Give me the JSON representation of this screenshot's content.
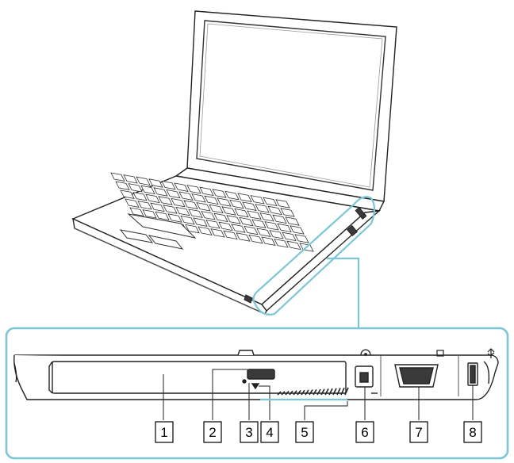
{
  "callouts": [
    {
      "number": "1"
    },
    {
      "number": "2"
    },
    {
      "number": "3"
    },
    {
      "number": "4"
    },
    {
      "number": "5"
    },
    {
      "number": "6"
    },
    {
      "number": "7"
    },
    {
      "number": "8"
    }
  ],
  "icons": {
    "modem": "phone-icon",
    "monitor": "monitor-icon",
    "usb": "usb-icon",
    "eject": "eject-icon"
  },
  "colors": {
    "highlight": "#7cc6d6",
    "line": "#000000",
    "fill_dark": "#3a3a3a"
  }
}
